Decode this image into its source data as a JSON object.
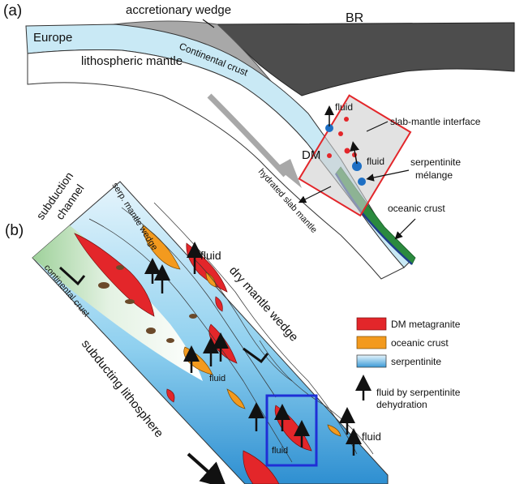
{
  "panel_a": {
    "tag": "(a)",
    "labels": {
      "europe": "Europe",
      "accretionary_wedge": "accretionary wedge",
      "br": "BR",
      "continental_crust": "Continental crust",
      "lithospheric_mantle": "lithospheric mantle",
      "fluid_top": "fluid",
      "slab_mantle_interface": "slab-mantle interface",
      "dm": "DM",
      "fluid_mid": "fluid",
      "serpentinite": "serpentinite",
      "melange": "mélange",
      "hydrated_slab_mantle": "hydrated slab mantle",
      "oceanic_crust": "oceanic crust"
    }
  },
  "panel_b": {
    "tag": "(b)",
    "labels": {
      "subduction": "subduction",
      "channel": "channel",
      "serp_mantle_wedge": "serp. mantle wedge",
      "fluid_top": "fluid",
      "continental_crust": "continental crust",
      "dry_mantle_wedge": "dry mantle wedge",
      "fluid_mid": "fluid",
      "subducting_lithosphere": "subducting lithosphere",
      "fluid_box": "fluid",
      "fluid_right": "fluid"
    }
  },
  "legend": {
    "items": [
      {
        "label": "DM metagranite",
        "color": "#e3262a"
      },
      {
        "label": "oceanic crust",
        "color": "#f39a1e"
      },
      {
        "label": "serpentinite",
        "color": "#79c6ec"
      }
    ],
    "fluid_label_1": "fluid by serpentinite",
    "fluid_label_2": "dehydration"
  },
  "colors": {
    "crust_light": "#c9e9f5",
    "br_dark": "#4d4d4d",
    "wedge_grey": "#a8a8a8",
    "highlight_red": "#e3262a",
    "highlight_blue": "#1f2fd6",
    "green": "#2b8a3e"
  }
}
